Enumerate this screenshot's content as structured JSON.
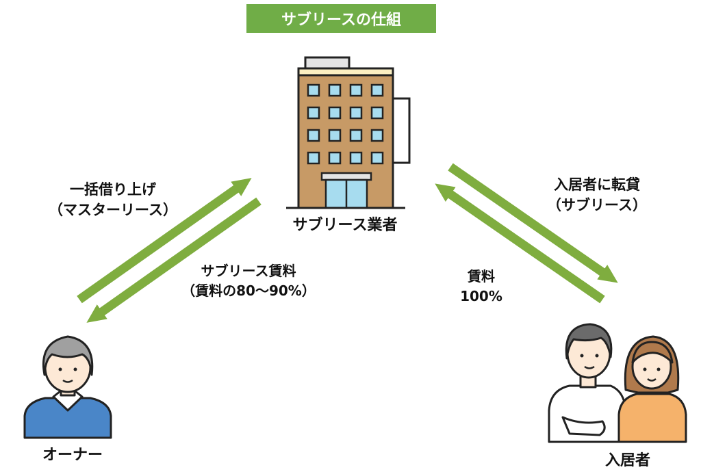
{
  "title": "サブリースの仕組",
  "nodes": {
    "company": "サブリース業者",
    "owner": "オーナー",
    "tenant": "入居者"
  },
  "flows": {
    "master_lease": {
      "line1": "一括借り上げ",
      "line2": "（マスターリース）"
    },
    "sublease_rent": {
      "line1": "サブリース賃料",
      "line2": "（賃料の80～90%）"
    },
    "sublet": {
      "line1": "入居者に転貸",
      "line2": "（サブリース）"
    },
    "rent": {
      "line1": "賃料",
      "line2": "100%"
    }
  },
  "colors": {
    "arrow": "#7fad3f",
    "title_bg": "#70ad47",
    "building": "#c79a66",
    "window": "#a7dcef",
    "owner_shirt": "#4a86c8",
    "female_shirt": "#f5b26b"
  }
}
